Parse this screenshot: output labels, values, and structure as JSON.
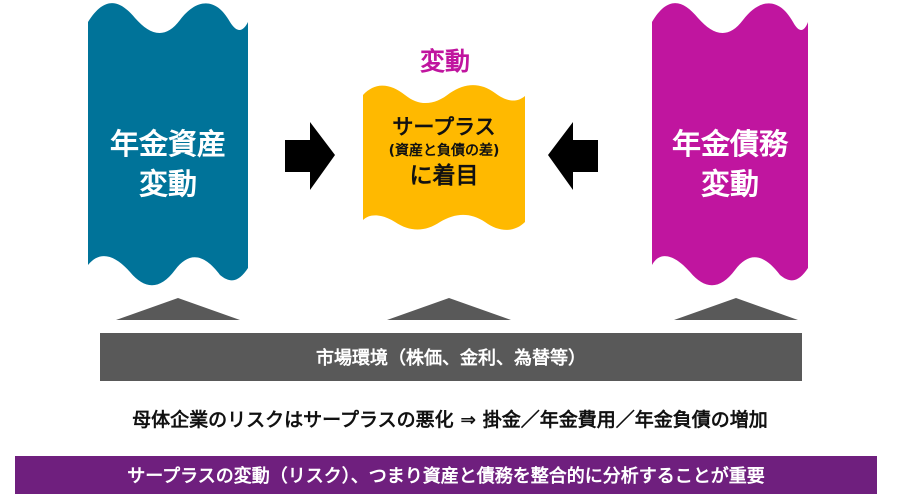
{
  "colors": {
    "asset": "#007399",
    "liability": "#c0159f",
    "surplus": "#ffb900",
    "market": "#595959",
    "summary": "#6f1f7e"
  },
  "asset": {
    "line1": "年金資産",
    "line2": "変動"
  },
  "liability": {
    "line1": "年金債務",
    "line2": "変動"
  },
  "surplus": {
    "change_label": "変動",
    "line1": "サープラス",
    "line2": "(資産と負債の差)",
    "line3": "に着目"
  },
  "market": {
    "label": "市場環境（株価、金利、為替等）"
  },
  "risk_statement": "母体企業のリスクはサープラスの悪化 ⇒ 掛金／年金費用／年金負債の増加",
  "summary": "サープラスの変動（リスク）、つまり資産と債務を整合的に分析することが重要"
}
